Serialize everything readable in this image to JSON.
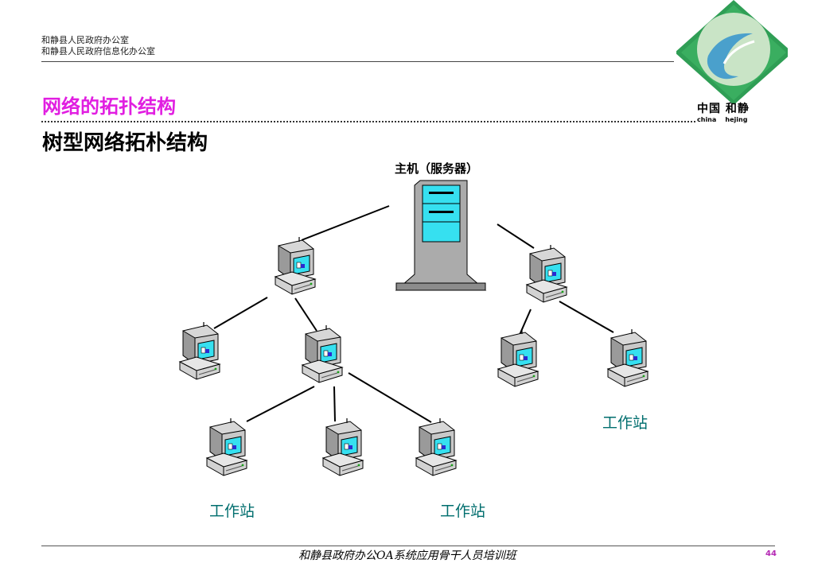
{
  "header": {
    "org_line1": "和静县人民政府办公室",
    "org_line2": "和静县人民政府信息化办公室"
  },
  "logo": {
    "icon": "hejing-logo",
    "text_cn_1": "中国",
    "text_cn_2": "和静",
    "text_en_1": "china",
    "text_en_2": "hejing",
    "colors": {
      "diamond": "#2f9e55",
      "circle": "#c9e4c6",
      "swoosh": "#4aa0cc"
    }
  },
  "slide": {
    "section_title": "网络的拓扑结构",
    "subtitle": "树型网络拓朴结构"
  },
  "diagram": {
    "server_label": "主机（服务器）",
    "workstation_labels": [
      "工作站",
      "工作站",
      "工作站"
    ],
    "nodes": [
      "server",
      "pc-level1-left",
      "pc-level1-right",
      "pc-level2-a",
      "pc-level2-b",
      "pc-level2-c",
      "pc-level2-d",
      "pc-level3-a",
      "pc-level3-b",
      "pc-level3-c"
    ],
    "icons": {
      "server": "server-tower-icon",
      "workstation": "computer-icon"
    },
    "colors": {
      "screen": "#36e0f0",
      "case": "#c8c8c8",
      "edge": "#000000"
    }
  },
  "footer": {
    "text": "和静县政府办公OA系统应用骨干人员培训班",
    "page_number": "44"
  }
}
